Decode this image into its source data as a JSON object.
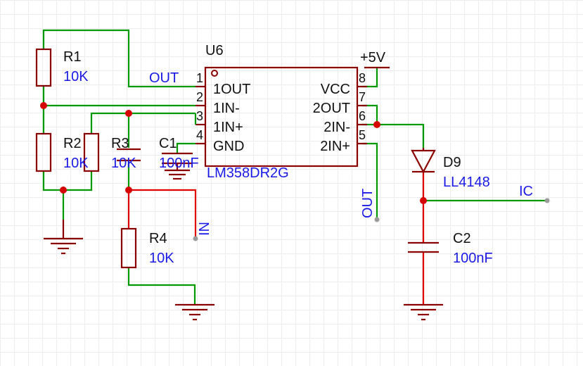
{
  "colors": {
    "wire": "#009a00",
    "signal_wire": "#e00000",
    "component": "#8a0000",
    "label": "#1a1ae6",
    "pin_text": "#111111",
    "junction": "#d60000"
  },
  "components": {
    "u6": {
      "designator": "U6",
      "part": "LM358DR2G",
      "pins_left": [
        {
          "num": "1",
          "name": "1OUT"
        },
        {
          "num": "2",
          "name": "1IN-"
        },
        {
          "num": "3",
          "name": "1IN+"
        },
        {
          "num": "4",
          "name": "GND"
        }
      ],
      "pins_right": [
        {
          "num": "8",
          "name": "VCC"
        },
        {
          "num": "7",
          "name": "2OUT"
        },
        {
          "num": "6",
          "name": "2IN-"
        },
        {
          "num": "5",
          "name": "2IN+"
        }
      ]
    },
    "r1": {
      "designator": "R1",
      "value": "10K"
    },
    "r2": {
      "designator": "R2",
      "value": "10K"
    },
    "r3": {
      "designator": "R3",
      "value": "10K"
    },
    "r4": {
      "designator": "R4",
      "value": "10K"
    },
    "c1": {
      "designator": "C1",
      "value": "100nF"
    },
    "c2": {
      "designator": "C2",
      "value": "100nF"
    },
    "d9": {
      "designator": "D9",
      "value": "LL4148"
    }
  },
  "nets": {
    "out_top": "OUT",
    "out_vertical": "OUT",
    "in_label": "IN",
    "ic_label": "IC",
    "power": "+5V"
  }
}
